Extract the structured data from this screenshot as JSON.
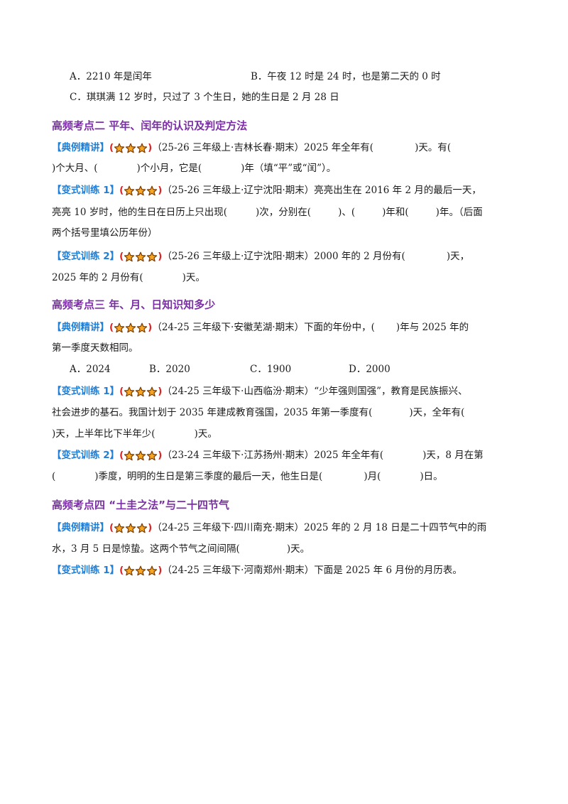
{
  "q_prev": {
    "optA": "A．2210 年是闰年",
    "optB": "B．午夜 12 时是 24 时，也是第二天的 0 时",
    "optC": "C．琪琪满 12 岁时，只过了 3 个生日，她的生日是 2 月 28 日"
  },
  "sec2": {
    "title": "高频考点二  平年、闰年的认识及判定方法",
    "ex": {
      "tag": "【典例精讲】",
      "src": "（25-26 三年级上·吉林长春·期末）",
      "t1": "2025 年全年有(",
      "t2": ")天。有(",
      "t3": ")个大月、(",
      "t4": ")个小月，它是(",
      "t5": ")年（填“平”或“闰”）。"
    },
    "v1": {
      "tag": "【变式训练 1】",
      "src": "（25-26 三年级上·辽宁沈阳·期末）",
      "t1": "亮亮出生在 2016 年 2 月的最后一天，",
      "t2": "亮亮 10 岁时，他的生日在日历上只出现(",
      "t3": ")次，分别在(",
      "t4": ")、(",
      "t5": ")年和(",
      "t6": ")年。（后面",
      "t7": "两个括号里填公历年份）"
    },
    "v2": {
      "tag": "【变式训练 2】",
      "src": "（25-26 三年级上·辽宁沈阳·期末）",
      "t1": "2000 年的 2 月份有(",
      "t2": ")天，",
      "t3": "2025 年的 2 月份有(",
      "t4": ")天。"
    }
  },
  "sec3": {
    "title": "高频考点三  年、月、日知识知多少",
    "ex": {
      "tag": "【典例精讲】",
      "src": "（24-25 三年级下·安徽芜湖·期末）",
      "t1": "下面的年份中，(",
      "t2": ")年与 2025 年的",
      "t3": "第一季度天数相同。",
      "options": [
        "A．2024",
        "B．2020",
        "C．1900",
        "D．2000"
      ]
    },
    "v1": {
      "tag": "【变式训练 1】",
      "src": "（24-25 三年级下·山西临汾·期末）",
      "t1": "“少年强则国强”，教育是民族振兴、",
      "t2": "社会进步的基石。我国计划于 2035 年建成教育强国，2035 年第一季度有(",
      "t3": ")天，全年有(",
      "t4": ")天，上半年比下半年少(",
      "t5": ")天。"
    },
    "v2": {
      "tag": "【变式训练 2】",
      "src": "（23-24 三年级下·江苏扬州·期末）",
      "t1": "2025 年全年有(",
      "t2": ")天，8 月在第",
      "t3": "(",
      "t4": ")季度，明明的生日是第三季度的最后一天，他生日是(",
      "t5": ")月(",
      "t6": ")日。"
    }
  },
  "sec4": {
    "title": "高频考点四  “土圭之法”与二十四节气",
    "ex": {
      "tag": "【典例精讲】",
      "src": "（24-25 三年级下·四川南充·期末）",
      "t1": "2025 年的 2 月 18 日是二十四节气中的雨",
      "t2": "水，3 月 5 日是惊蛰。这两个节气之间间隔(",
      "t3": ")天。"
    },
    "v1": {
      "tag": "【变式训练 1】",
      "src": "（24-25 三年级下·河南郑州·期末）",
      "t1": "下面是 2025 年 6 月份的月历表。"
    }
  },
  "colors": {
    "heading": "#7b2fa5",
    "tag": "#1f7fd6",
    "bracket": "#dd2222",
    "star_fill": "#f6a623",
    "star_stroke": "#7a3b00"
  }
}
